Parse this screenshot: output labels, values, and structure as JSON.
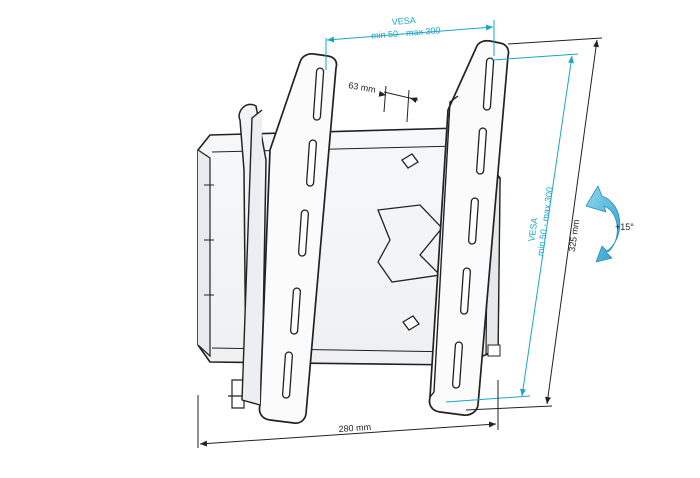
{
  "diagram": {
    "vesa_horizontal": {
      "title": "VESA",
      "range": "min 50 - max 300"
    },
    "vesa_vertical": {
      "title": "VESA",
      "range": "min 50 - max 300"
    },
    "slot_spacing": "63 mm",
    "height": "325 mm",
    "width": "280 mm",
    "tilt": "+15°"
  },
  "colors": {
    "accent": "#1aa6c6",
    "outline": "#222222",
    "plate_fill": "#f4f5f6",
    "arrow": "#5bbfe0"
  }
}
